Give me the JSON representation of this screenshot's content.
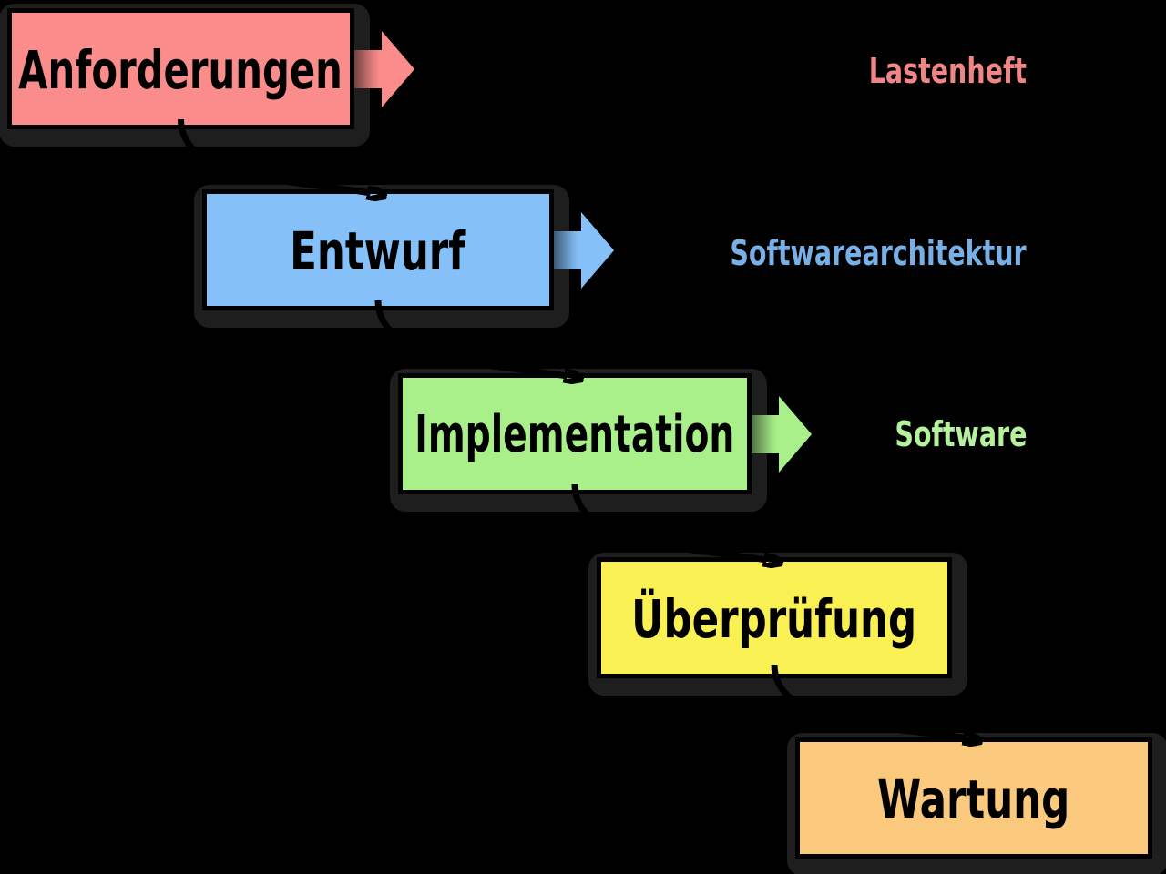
{
  "diagram": {
    "title": "Wasserfallmodell (waterfall software process)",
    "background": "#000000",
    "border_color": "#000000",
    "shadow_color": "#1e1e1e",
    "connector_color": "#000000",
    "stages": [
      {
        "label": "Anforderungen",
        "fill": "#FA8C8C",
        "has_output_arrow": true,
        "output_label": "Lastenheft",
        "output_color": "#F08585"
      },
      {
        "label": "Entwurf",
        "fill": "#85C1F8",
        "has_output_arrow": true,
        "output_label": "Softwarearchitektur",
        "output_color": "#78B0E6"
      },
      {
        "label": "Implementation",
        "fill": "#A9F08B",
        "has_output_arrow": true,
        "output_label": "Software",
        "output_color": "#B5F29B"
      },
      {
        "label": "Überprüfung",
        "fill": "#F9F153",
        "has_output_arrow": false
      },
      {
        "label": "Wartung",
        "fill": "#FAC97E",
        "has_output_arrow": false
      }
    ]
  }
}
